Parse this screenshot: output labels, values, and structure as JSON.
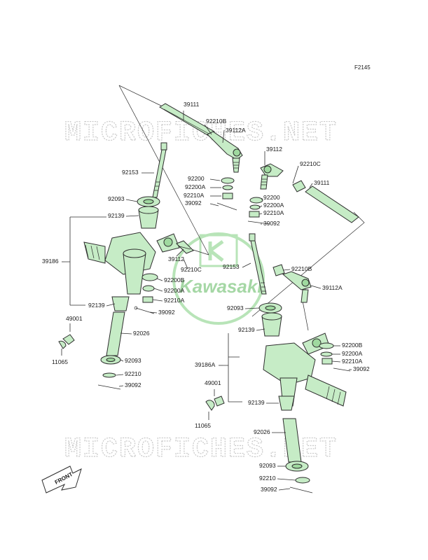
{
  "figure_code": "F2145",
  "watermark_text": "MICROFICHES.NET",
  "logo_text": "Kawasaki",
  "front_label": "FRONT",
  "colors": {
    "part_fill": "#c6ecc6",
    "part_dark": "#9fd99f",
    "logo_green": "#5cb85c",
    "watermark": "#c8c8c8"
  },
  "callouts": [
    {
      "id": "c1",
      "text": "39111"
    },
    {
      "id": "c2",
      "text": "92210B"
    },
    {
      "id": "c3",
      "text": "39112A"
    },
    {
      "id": "c4",
      "text": "92153"
    },
    {
      "id": "c5",
      "text": "39112"
    },
    {
      "id": "c6",
      "text": "92210C"
    },
    {
      "id": "c7",
      "text": "39111"
    },
    {
      "id": "c8",
      "text": "92200"
    },
    {
      "id": "c9",
      "text": "92200A"
    },
    {
      "id": "c10",
      "text": "92210A"
    },
    {
      "id": "c11",
      "text": "39092"
    },
    {
      "id": "c12",
      "text": "92093"
    },
    {
      "id": "c13",
      "text": "92200"
    },
    {
      "id": "c14",
      "text": "92200A"
    },
    {
      "id": "c15",
      "text": "92210A"
    },
    {
      "id": "c16",
      "text": "39092"
    },
    {
      "id": "c17",
      "text": "92139"
    },
    {
      "id": "c18",
      "text": "39112"
    },
    {
      "id": "c19",
      "text": "92210C"
    },
    {
      "id": "c20",
      "text": "39186"
    },
    {
      "id": "c21",
      "text": "92153"
    },
    {
      "id": "c22",
      "text": "92210B"
    },
    {
      "id": "c23",
      "text": "92200B"
    },
    {
      "id": "c24",
      "text": "92200A"
    },
    {
      "id": "c25",
      "text": "92210A"
    },
    {
      "id": "c26",
      "text": "39112A"
    },
    {
      "id": "c27",
      "text": "92139"
    },
    {
      "id": "c28",
      "text": "39092"
    },
    {
      "id": "c29",
      "text": "92093"
    },
    {
      "id": "c30",
      "text": "49001"
    },
    {
      "id": "c31",
      "text": "92026"
    },
    {
      "id": "c32",
      "text": "92139"
    },
    {
      "id": "c33",
      "text": "11065"
    },
    {
      "id": "c34",
      "text": "92093"
    },
    {
      "id": "c35",
      "text": "92200B"
    },
    {
      "id": "c36",
      "text": "92210"
    },
    {
      "id": "c37",
      "text": "92200A"
    },
    {
      "id": "c38",
      "text": "39092"
    },
    {
      "id": "c39",
      "text": "92210A"
    },
    {
      "id": "c40",
      "text": "39186A"
    },
    {
      "id": "c41",
      "text": "39092"
    },
    {
      "id": "c42",
      "text": "49001"
    },
    {
      "id": "c43",
      "text": "92139"
    },
    {
      "id": "c44",
      "text": "11065"
    },
    {
      "id": "c45",
      "text": "92026"
    },
    {
      "id": "c46",
      "text": "92093"
    },
    {
      "id": "c47",
      "text": "92210"
    },
    {
      "id": "c48",
      "text": "39092"
    }
  ]
}
